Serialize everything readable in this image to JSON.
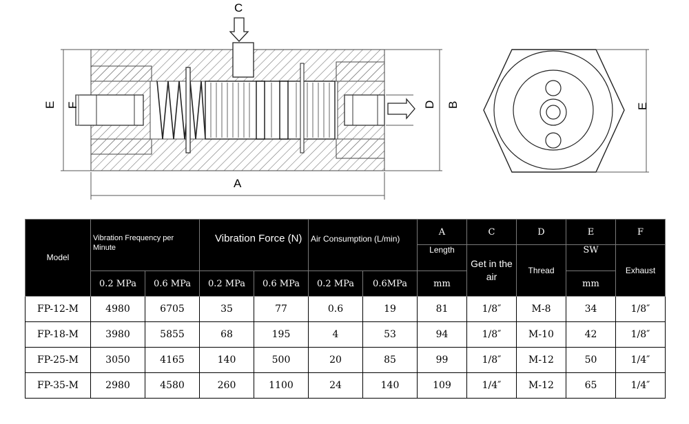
{
  "drawing": {
    "labels": {
      "a": "A",
      "b": "B",
      "c": "C",
      "d": "D",
      "e": "E",
      "f": "F"
    }
  },
  "table": {
    "model_header": "Model",
    "vib_freq_header": "Vibration Frequency per Minute",
    "vib_force_header": "Vibration Force (N)",
    "air_header": "Air Consumption (L/min)",
    "col_letters": {
      "a": "A",
      "c": "C",
      "d": "D",
      "e": "E",
      "f": "F"
    },
    "col_sublabels": {
      "a": "Length",
      "c": "Get in the air",
      "d": "Thread",
      "e": "SW",
      "f": "Exhaust"
    },
    "col_units": {
      "a": "mm",
      "e": "mm"
    },
    "pressure_labels": [
      "0.2 MPa",
      "0.6 MPa",
      "0.2 MPa",
      "0.6 MPa",
      "0.2 MPa",
      "0.6MPa"
    ],
    "rows": [
      {
        "model": "FP-12-M",
        "f02": "4980",
        "f06": "6705",
        "v02": "35",
        "v06": "77",
        "a02": "0.6",
        "a06": "19",
        "len": "81",
        "c": "1/8″",
        "d": "M-8",
        "e": "34",
        "f": "1/8″"
      },
      {
        "model": "FP-18-M",
        "f02": "3980",
        "f06": "5855",
        "v02": "68",
        "v06": "195",
        "a02": "4",
        "a06": "53",
        "len": "94",
        "c": "1/8″",
        "d": "M-10",
        "e": "42",
        "f": "1/8″"
      },
      {
        "model": "FP-25-M",
        "f02": "3050",
        "f06": "4165",
        "v02": "140",
        "v06": "500",
        "a02": "20",
        "a06": "85",
        "len": "99",
        "c": "1/8″",
        "d": "M-12",
        "e": "50",
        "f": "1/4″"
      },
      {
        "model": "FP-35-M",
        "f02": "2980",
        "f06": "4580",
        "v02": "260",
        "v06": "1100",
        "a02": "24",
        "a06": "140",
        "len": "109",
        "c": "1/4″",
        "d": "M-12",
        "e": "65",
        "f": "1/4″"
      }
    ]
  }
}
